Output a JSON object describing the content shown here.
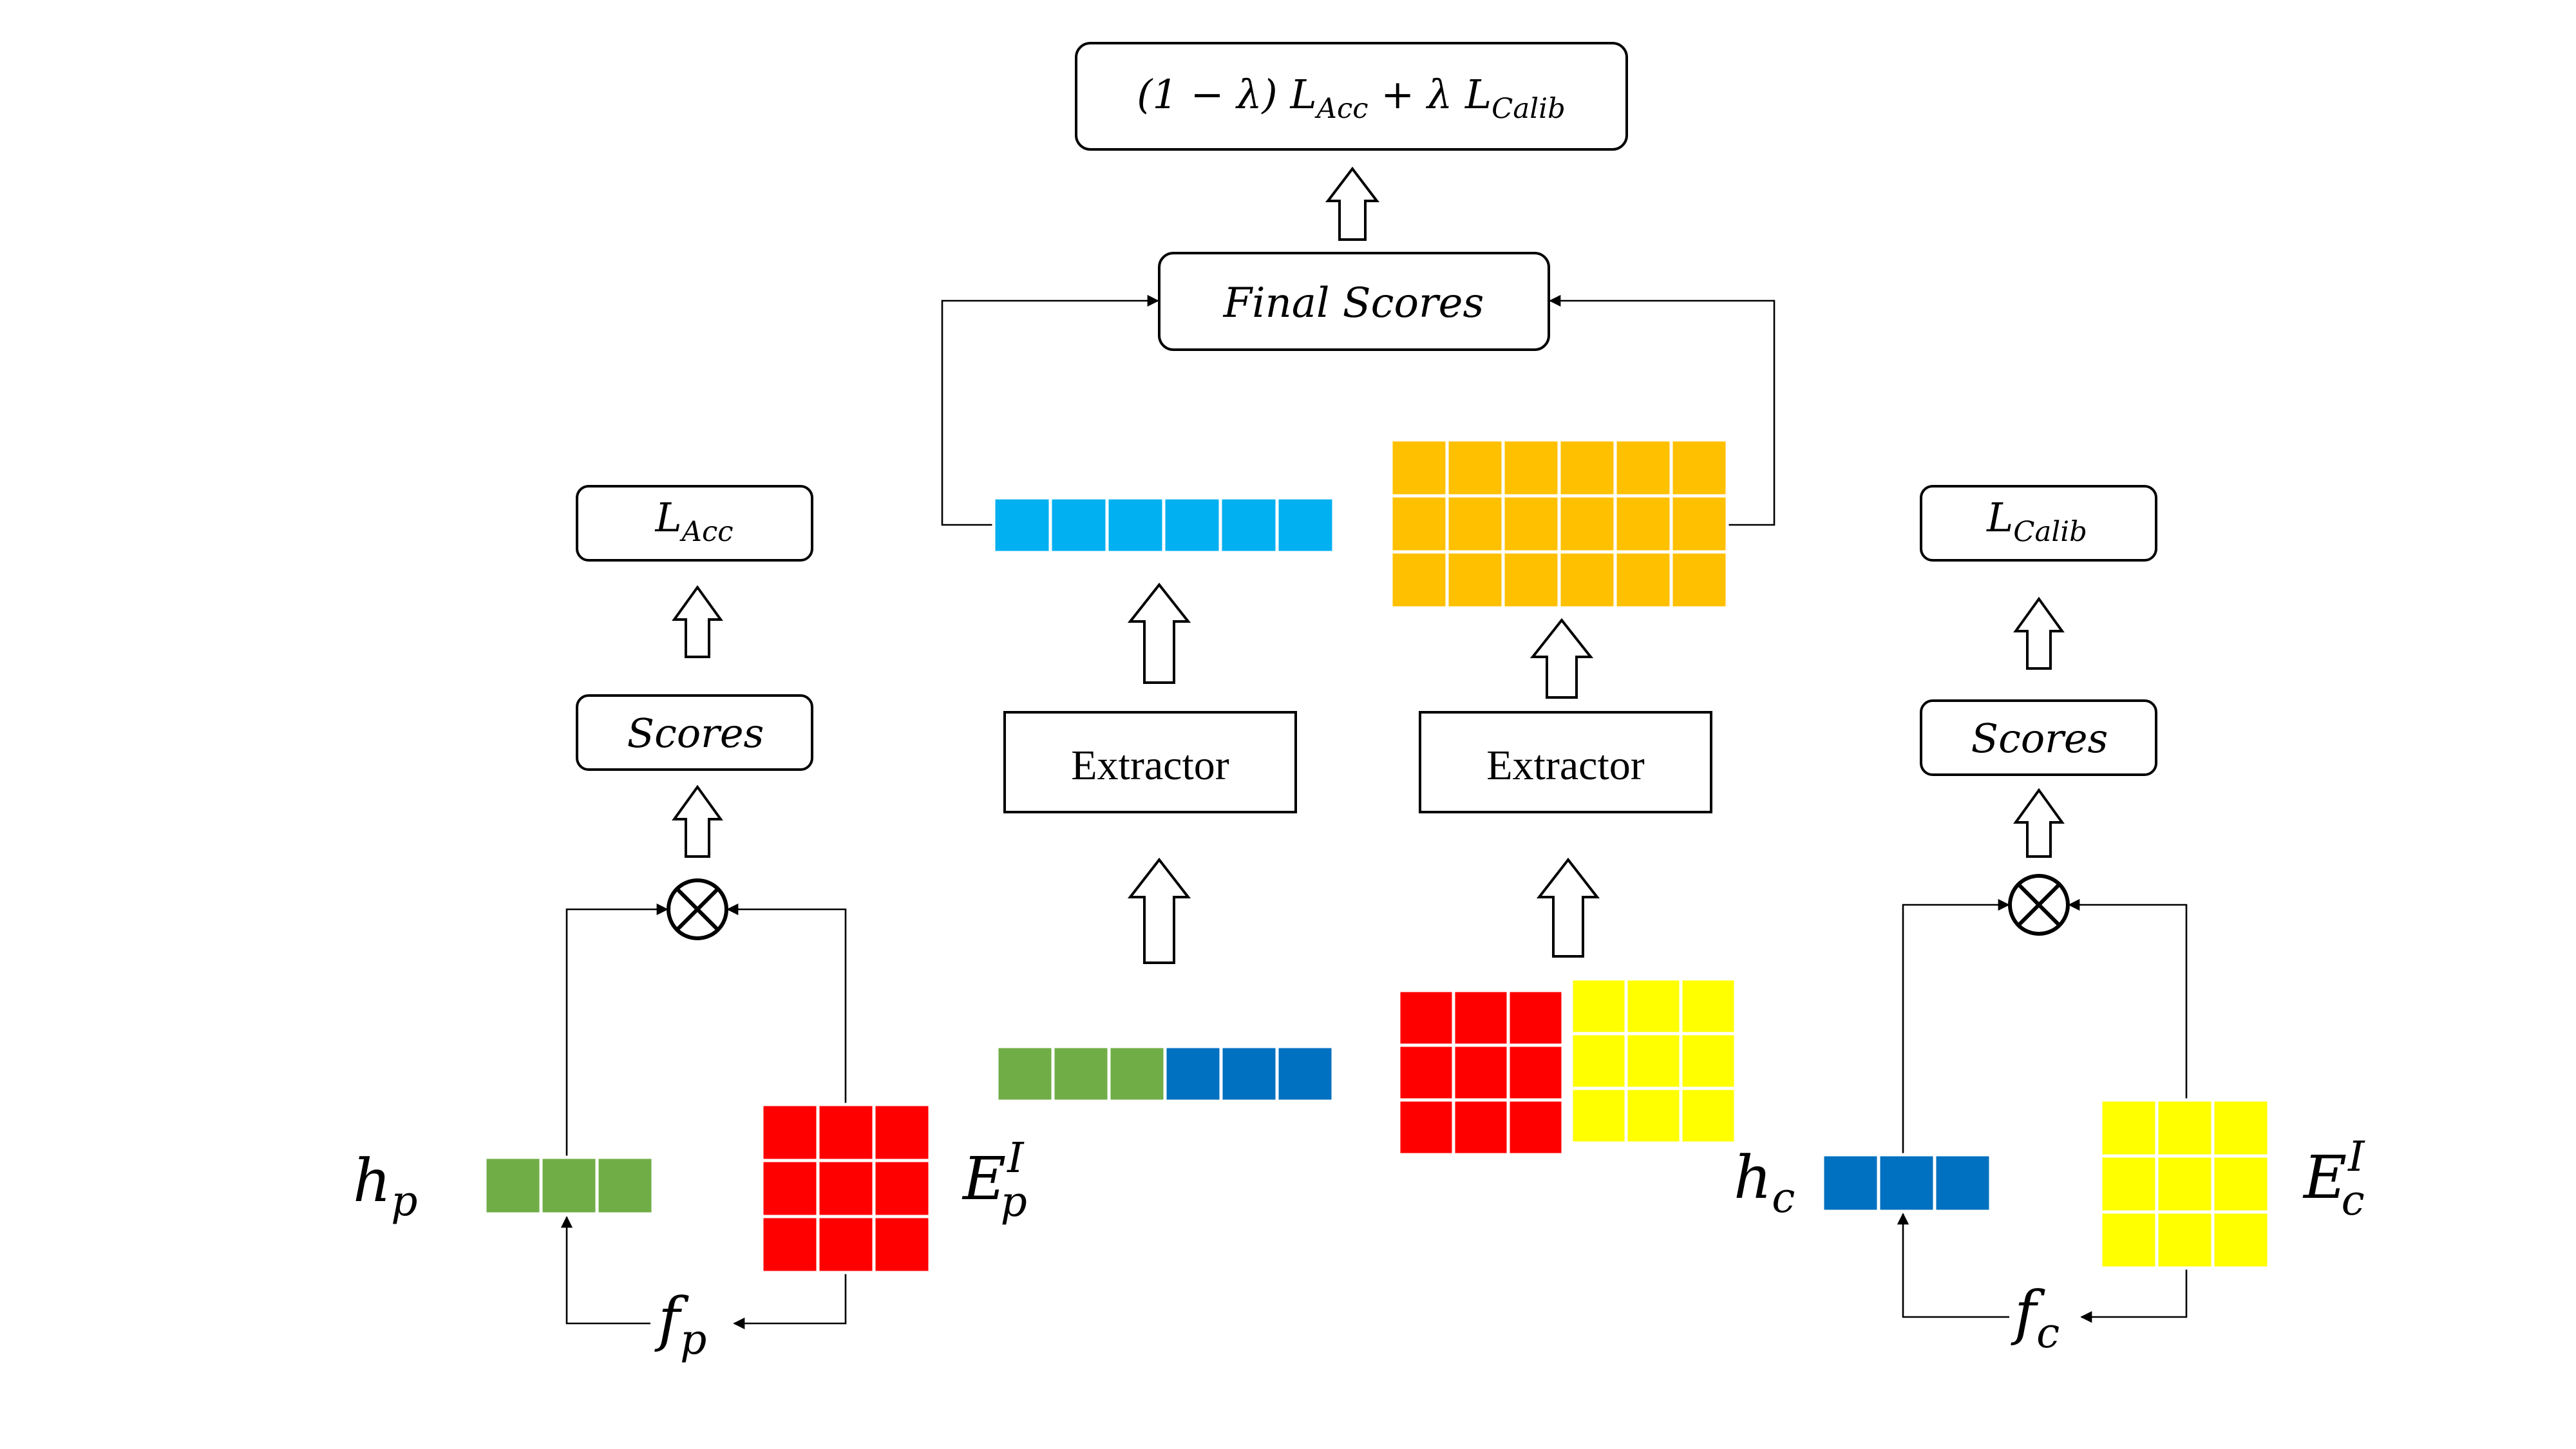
{
  "colors": {
    "green": "#70ad47",
    "blue": "#0070c0",
    "cyan": "#00b0f0",
    "orange": "#ffc000",
    "red": "#ff0000",
    "yellow": "#ffff00"
  },
  "labels": {
    "loss_total": {
      "open": "(1 − λ) ",
      "l1": "L",
      "s1": "Acc",
      "mid": " + λ ",
      "l2": "L",
      "s2": "Calib"
    },
    "final_scores": "Final Scores",
    "l_acc": {
      "base": "L",
      "sub": "Acc"
    },
    "l_calib": {
      "base": "L",
      "sub": "Calib"
    },
    "scores_left": "Scores",
    "scores_right": "Scores",
    "extractor_left": "Extractor",
    "extractor_right": "Extractor",
    "h_p": {
      "base": "h",
      "sub": "p"
    },
    "h_c": {
      "base": "h",
      "sub": "c"
    },
    "e_p": {
      "base": "E",
      "sub": "p",
      "sup": "I"
    },
    "e_c": {
      "base": "E",
      "sub": "c",
      "sup": "I"
    },
    "f_p": {
      "base": "f",
      "sub": "p"
    },
    "f_c": {
      "base": "f",
      "sub": "c"
    },
    "otimes_left": "⊗",
    "otimes_right": "⊗"
  },
  "icons": {
    "hollow_arrow": "up-arrow-icon",
    "combine": "otimes-icon"
  }
}
